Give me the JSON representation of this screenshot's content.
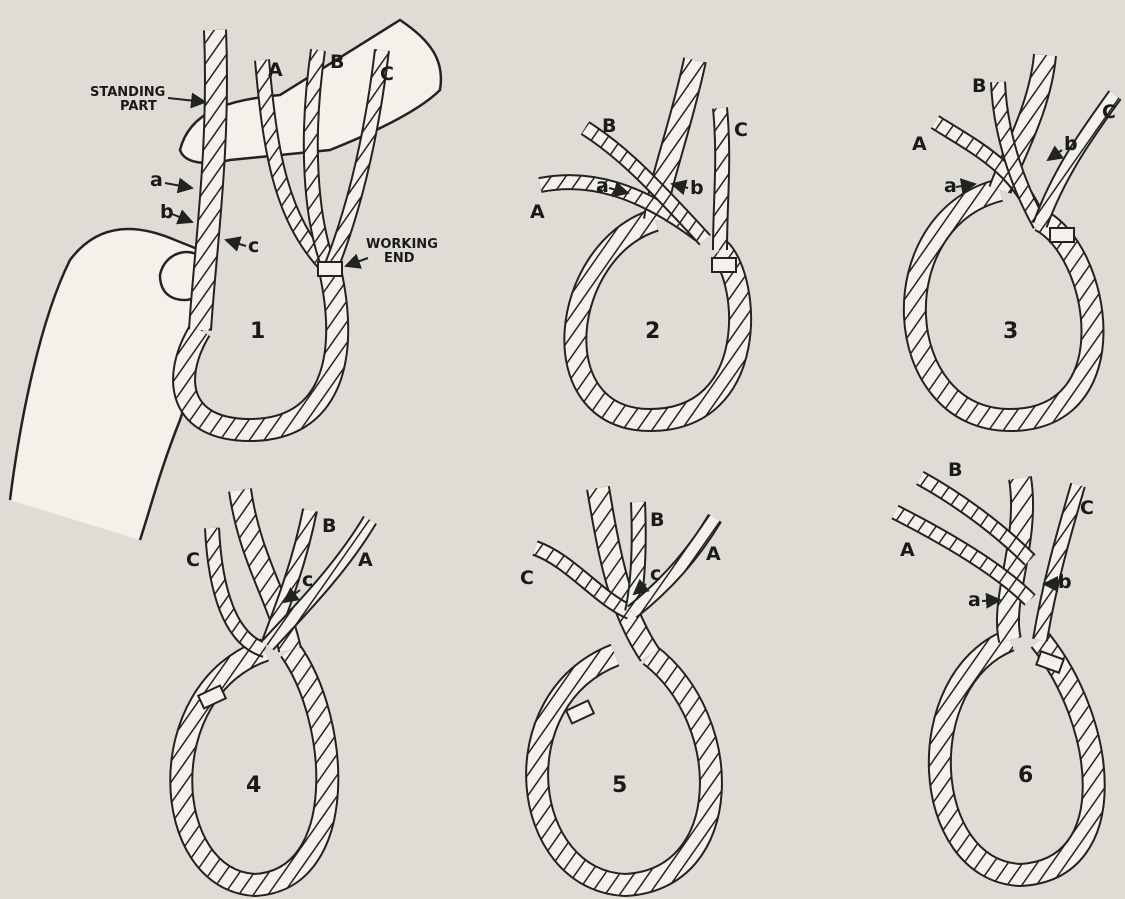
{
  "diagram": {
    "callouts": {
      "standing_part": [
        "STANDING",
        "PART"
      ],
      "working_end": [
        "WORKING",
        "END"
      ]
    },
    "strand_letters": [
      "A",
      "B",
      "C"
    ],
    "tuck_letters": [
      "a",
      "b",
      "c"
    ],
    "panels": [
      {
        "number": "1",
        "strands": [
          "A",
          "B",
          "C"
        ],
        "tucks": [
          "a",
          "b",
          "c"
        ]
      },
      {
        "number": "2",
        "strands": [
          "A",
          "B",
          "C"
        ],
        "tucks": [
          "a",
          "b"
        ]
      },
      {
        "number": "3",
        "strands": [
          "A",
          "B",
          "C"
        ],
        "tucks": [
          "a",
          "b"
        ]
      },
      {
        "number": "4",
        "strands": [
          "C",
          "B",
          "A"
        ],
        "tucks": [
          "c"
        ]
      },
      {
        "number": "5",
        "strands": [
          "C",
          "B",
          "A"
        ],
        "tucks": [
          "c"
        ]
      },
      {
        "number": "6",
        "strands": [
          "A",
          "B",
          "C"
        ],
        "tucks": [
          "a",
          "b"
        ]
      }
    ]
  }
}
